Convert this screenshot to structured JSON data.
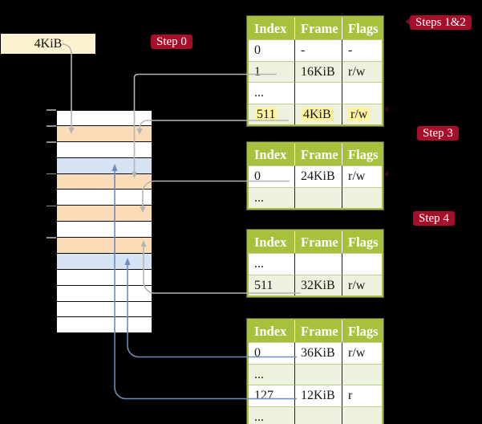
{
  "memory": {
    "box_label": "4KiB",
    "frames": [
      "plain",
      "table",
      "plain",
      "data",
      "table",
      "plain",
      "table",
      "plain",
      "table",
      "data",
      "plain",
      "plain",
      "plain",
      "plain"
    ]
  },
  "labels": {
    "step0": "Step 0",
    "steps12": "Steps 1&2",
    "step3": "Step 3",
    "step4": "Step 4"
  },
  "tables": [
    {
      "name": "page-table-steps-1-2",
      "headers": [
        "Index",
        "Frame",
        "Flags"
      ],
      "rows": [
        {
          "cells": [
            "0",
            "-",
            "-"
          ],
          "shaded": false,
          "highlighted": false
        },
        {
          "cells": [
            "1",
            "16KiB",
            "r/w"
          ],
          "shaded": true,
          "highlighted": false
        },
        {
          "cells": [
            "...",
            "",
            ""
          ],
          "shaded": false,
          "highlighted": false
        },
        {
          "cells": [
            "511",
            "4KiB",
            "r/w"
          ],
          "shaded": true,
          "highlighted": true
        }
      ]
    },
    {
      "name": "page-table-step-3",
      "headers": [
        "Index",
        "Frame",
        "Flags"
      ],
      "rows": [
        {
          "cells": [
            "0",
            "24KiB",
            "r/w"
          ],
          "shaded": false,
          "highlighted": false
        },
        {
          "cells": [
            "...",
            "",
            ""
          ],
          "shaded": true,
          "highlighted": false
        }
      ]
    },
    {
      "name": "page-table-step-4",
      "headers": [
        "Index",
        "Frame",
        "Flags"
      ],
      "rows": [
        {
          "cells": [
            "...",
            "",
            ""
          ],
          "shaded": false,
          "highlighted": false
        },
        {
          "cells": [
            "511",
            "32KiB",
            "r/w"
          ],
          "shaded": true,
          "highlighted": false
        }
      ]
    },
    {
      "name": "page-table-final",
      "headers": [
        "Index",
        "Frame",
        "Flags"
      ],
      "rows": [
        {
          "cells": [
            "0",
            "36KiB",
            "r/w"
          ],
          "shaded": false,
          "highlighted": false
        },
        {
          "cells": [
            "...",
            "",
            ""
          ],
          "shaded": true,
          "highlighted": false
        },
        {
          "cells": [
            "127",
            "12KiB",
            "r"
          ],
          "shaded": false,
          "highlighted": false
        },
        {
          "cells": [
            "...",
            "",
            ""
          ],
          "shaded": true,
          "highlighted": false
        }
      ]
    }
  ],
  "colors": {
    "crimson": "#a60e2a",
    "olive": "#a8c13c",
    "shade_green": "#edf2de",
    "highlight_yellow": "#fdf3a0",
    "frame_plain": "#ffffff",
    "frame_table_orange": "#fbdcb8",
    "frame_data_blue": "#d6e3f3",
    "register_cream": "#fdf2d0",
    "arrow_gray": "#b5b5b5",
    "arrow_blue": "#6e8cbe"
  }
}
